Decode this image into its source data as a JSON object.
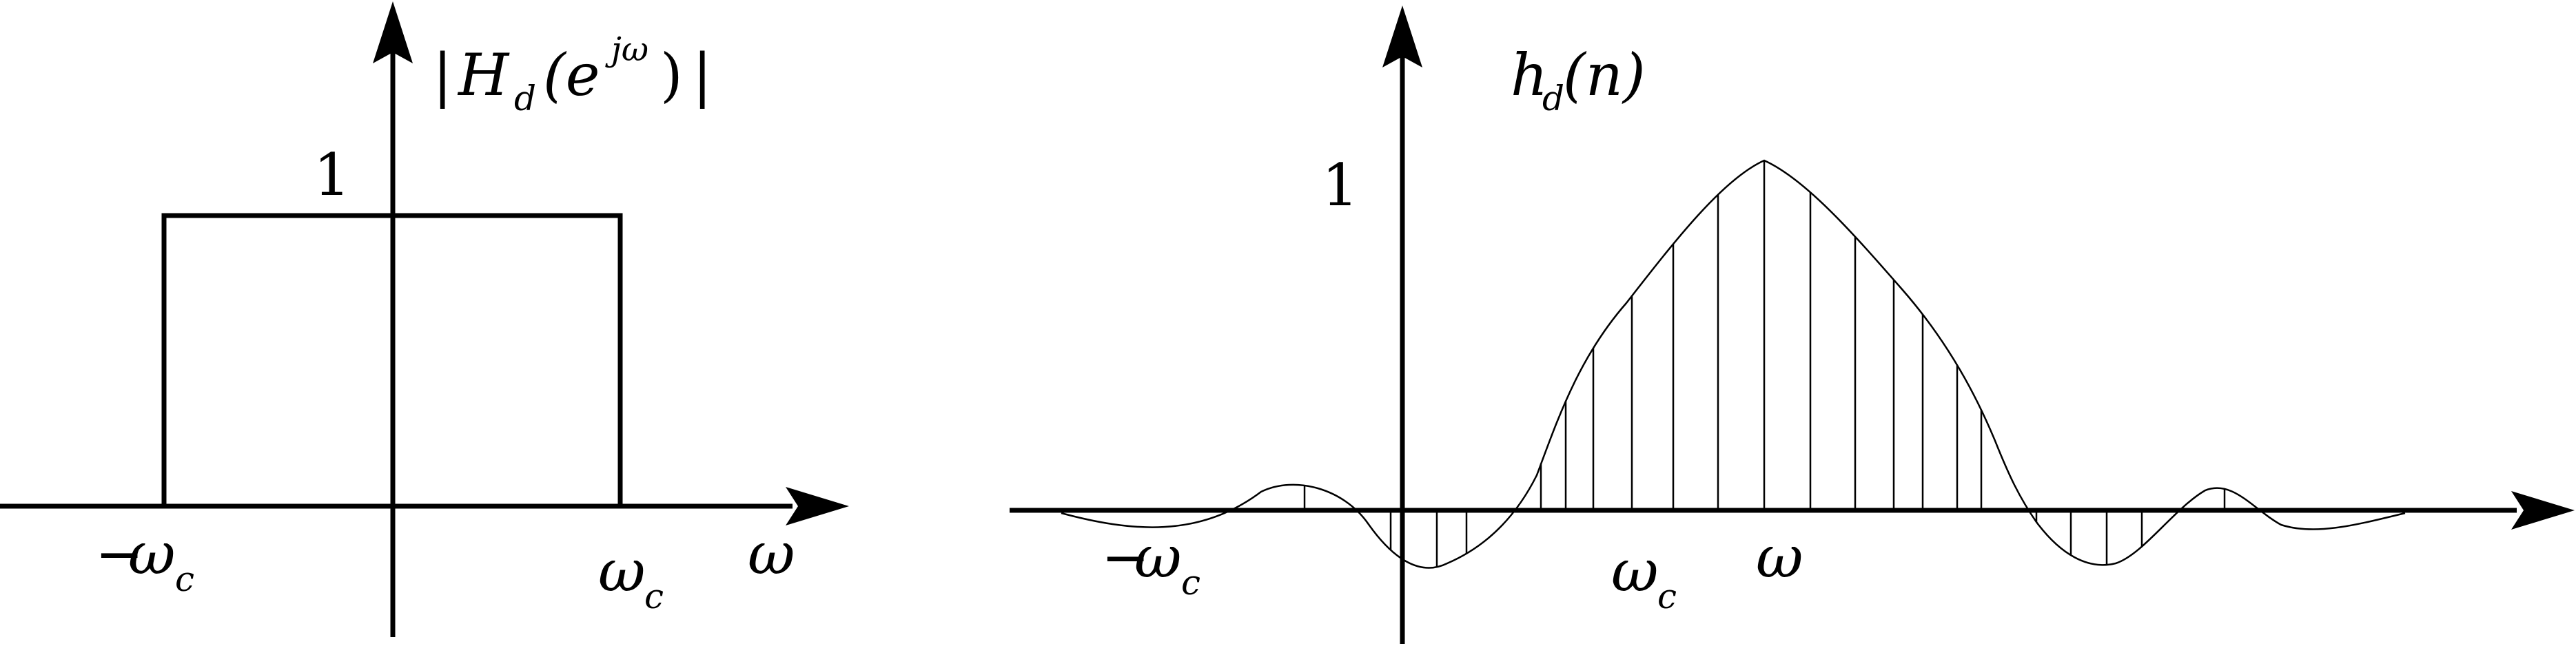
{
  "left_panel": {
    "y_label_left_bar": "|",
    "y_label_H": "H",
    "y_label_sub_d": "d",
    "y_label_open": "(e",
    "y_label_sup": "jω",
    "y_label_close": ")",
    "y_label_right_bar": "|",
    "one_label": "1",
    "neg_cutoff_minus": "−",
    "neg_cutoff_omega": "ω",
    "neg_cutoff_sub": "c",
    "pos_cutoff_omega": "ω",
    "pos_cutoff_sub": "c",
    "x_label": "ω"
  },
  "right_panel": {
    "y_label_h": "h",
    "y_label_sub_d": "d",
    "y_label_arg": "(n)",
    "one_label": "1",
    "neg_cutoff_minus": "−",
    "neg_cutoff_omega": "ω",
    "neg_cutoff_sub": "c",
    "pos_cutoff_omega": "ω",
    "pos_cutoff_sub": "c",
    "x_label": "ω"
  },
  "colors": {
    "ink": "#000000",
    "background": "#ffffff"
  }
}
